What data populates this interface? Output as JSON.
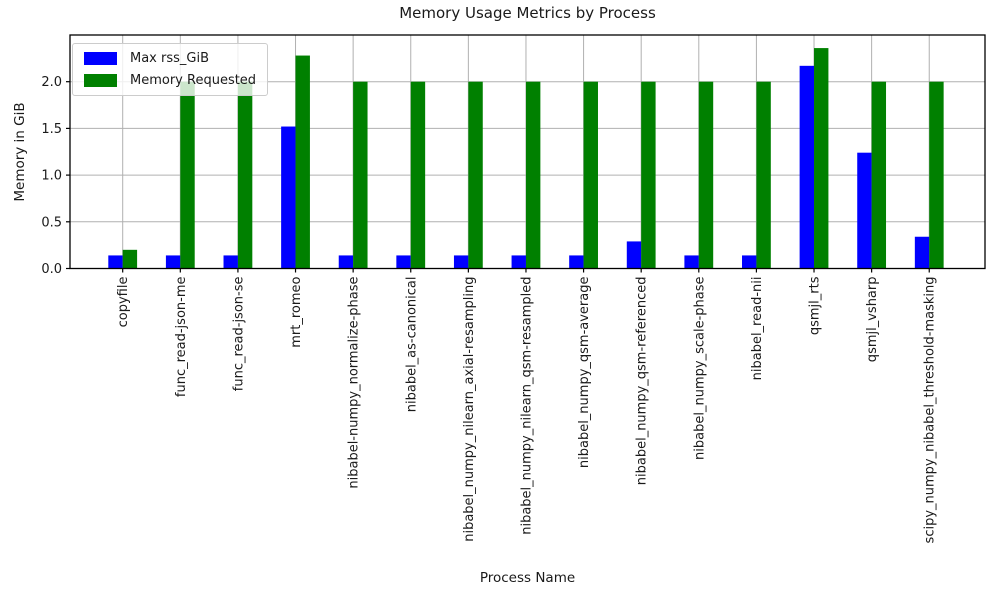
{
  "chart_data": {
    "type": "bar",
    "title": "Memory Usage Metrics by Process",
    "xlabel": "Process Name",
    "ylabel": "Memory in GiB",
    "categories": [
      "copyfile",
      "func_read-json-me",
      "func_read-json-se",
      "mrt_romeo",
      "nibabel-numpy_normalize-phase",
      "nibabel_as-canonical",
      "nibabel_numpy_nilearn_axial-resampling",
      "nibabel_numpy_nilearn_qsm-resampled",
      "nibabel_numpy_qsm-average",
      "nibabel_numpy_qsm-referenced",
      "nibabel_numpy_scale-phase",
      "nibabel_read-nii",
      "qsmjl_rts",
      "qsmjl_vsharp",
      "scipy_numpy_nibabel_threshold-masking"
    ],
    "series": [
      {
        "name": "Max rss_GiB",
        "color": "#0000ff",
        "values": [
          0.14,
          0.14,
          0.14,
          1.52,
          0.14,
          0.14,
          0.14,
          0.14,
          0.14,
          0.29,
          0.14,
          0.14,
          2.17,
          1.24,
          0.34
        ]
      },
      {
        "name": "Memory Requested",
        "color": "#008000",
        "values": [
          0.2,
          2.0,
          2.0,
          2.28,
          2.0,
          2.0,
          2.0,
          2.0,
          2.0,
          2.0,
          2.0,
          2.0,
          2.36,
          2.0,
          2.0
        ]
      }
    ],
    "ylim": [
      0,
      2.5
    ],
    "yticks": [
      0.0,
      0.5,
      1.0,
      1.5,
      2.0
    ],
    "ytick_labels": [
      "0.0",
      "0.5",
      "1.0",
      "1.5",
      "2.0"
    ],
    "grid": true,
    "legend_position": "upper-left"
  },
  "colors": {
    "background": "#ffffff",
    "grid": "#b0b0b0",
    "axis_frame": "#000000",
    "text": "#1a1a1a",
    "bar_blue": "#0000ff",
    "bar_green": "#008000"
  }
}
